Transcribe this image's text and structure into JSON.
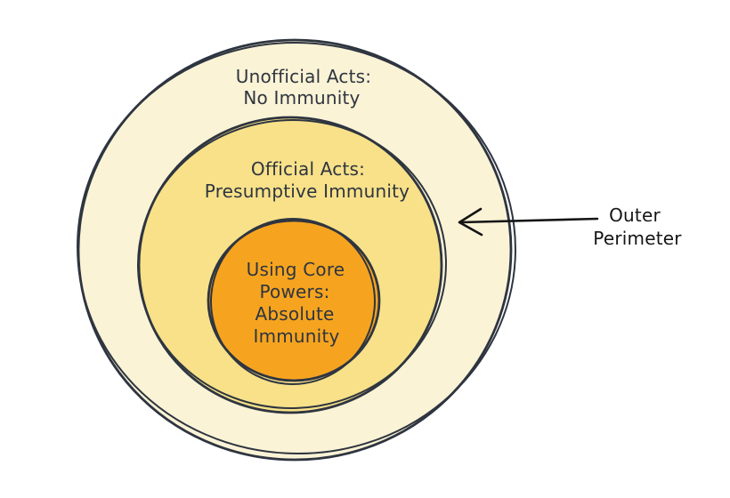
{
  "colors": {
    "background": "#FFFFFF",
    "stroke": "#2E3540",
    "label_text": "#2E3540",
    "annotation_text": "#151515",
    "arrow": "#151515"
  },
  "circles": {
    "outer": {
      "fill": "#FBF3D6",
      "lines": [
        "Unofficial Acts:",
        "No Immunity"
      ]
    },
    "middle": {
      "fill": "#F8E189",
      "lines": [
        "Official Acts:",
        "Presumptive Immunity"
      ]
    },
    "inner": {
      "fill": "#F6A41F",
      "lines": [
        "Using Core",
        "Powers:",
        "Absolute",
        "Immunity"
      ]
    }
  },
  "annotation": {
    "lines": [
      "Outer",
      "Perimeter"
    ]
  }
}
